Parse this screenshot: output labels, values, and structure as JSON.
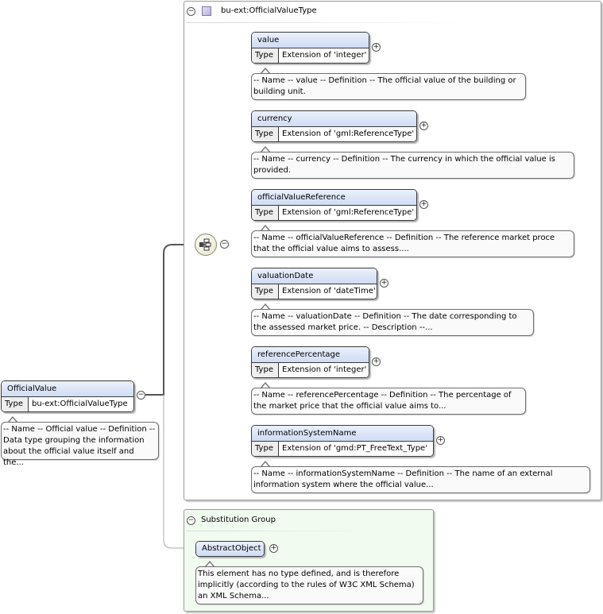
{
  "root": {
    "name": "OfficialValue",
    "type_label": "Type",
    "type_value": "bu-ext:OfficialValueType",
    "doc": "-- Name -- Official value -- Definition -- Data type grouping the information about the official value itself and the..."
  },
  "complex_type": {
    "title": "bu-ext:OfficialValueType"
  },
  "elements": [
    {
      "name": "value",
      "type_label": "Type",
      "type_value": "Extension of 'integer'",
      "doc": "-- Name -- value -- Definition -- The official value of the building or building unit."
    },
    {
      "name": "currency",
      "type_label": "Type",
      "type_value": "Extension of 'gml:ReferenceType'",
      "doc": "-- Name -- currency -- Definition -- The currency in which the official value is provided."
    },
    {
      "name": "officialValueReference",
      "type_label": "Type",
      "type_value": "Extension of 'gml:ReferenceType'",
      "doc": "-- Name -- officialValueReference -- Definition -- The reference market proce that the official value aims to assess...."
    },
    {
      "name": "valuationDate",
      "type_label": "Type",
      "type_value": "Extension of 'dateTime'",
      "doc": "-- Name -- valuationDate -- Definition -- The date corresponding to the assessed market price. -- Description --..."
    },
    {
      "name": "referencePercentage",
      "type_label": "Type",
      "type_value": "Extension of 'integer'",
      "doc": "-- Name -- referencePercentage -- Definition -- The percentage of the market price that the official value aims to..."
    },
    {
      "name": "informationSystemName",
      "type_label": "Type",
      "type_value": "Extension of 'gmd:PT_FreeText_Type'",
      "doc": "-- Name -- informationSystemName -- Definition -- The name of an external information system where the official value..."
    }
  ],
  "substitution_group": {
    "title": "Substitution Group",
    "element": "AbstractObject",
    "doc": "This element has no type defined, and is therefore implicitly (according to the rules of W3C XML Schema) an XML Schema..."
  },
  "icons": {
    "collapse": "minus-circle-icon",
    "expand": "plus-circle-icon",
    "complex_type": "complex-type-icon",
    "sequence": "sequence-compositor-icon"
  },
  "colors": {
    "element_header": "#cfdcf3",
    "substitution_bg": "#f2fbf0",
    "connector": "#555555"
  }
}
